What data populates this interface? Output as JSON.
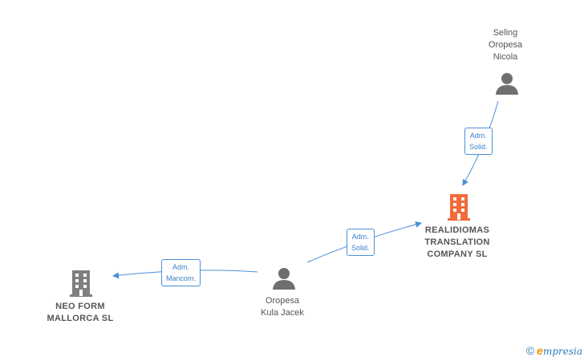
{
  "colors": {
    "edge": "#4a90d9",
    "person": "#6f6f6f",
    "company": "#7f7f7f",
    "company_highlight": "#f26b3a"
  },
  "nodes": {
    "seling": {
      "line1": "Seling",
      "line2": "Oropesa",
      "line3": "Nicola",
      "icon": "person-icon"
    },
    "realidiomas": {
      "line1": "REALIDIOMAS",
      "line2": "TRANSLATION",
      "line3": "COMPANY  SL",
      "icon": "building-icon"
    },
    "oropesa": {
      "line1": "Oropesa",
      "line2": "Kula Jacek",
      "icon": "person-icon"
    },
    "neoform": {
      "line1": "NEO FORM",
      "line2": "MALLORCA  SL",
      "icon": "building-icon"
    }
  },
  "edges": {
    "seling_to_realidiomas": {
      "line1": "Adm.",
      "line2": "Solid."
    },
    "oropesa_to_realidiomas": {
      "line1": "Adm.",
      "line2": "Solid."
    },
    "oropesa_to_neoform": {
      "line1": "Adm.",
      "line2": "Mancom."
    }
  },
  "brand": {
    "copyright": "©",
    "name_initial": "e",
    "name_rest": "mpresia"
  }
}
